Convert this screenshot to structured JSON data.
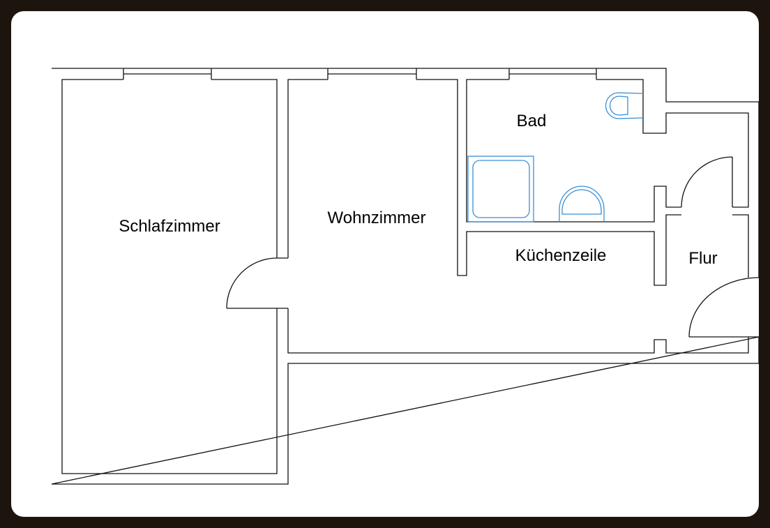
{
  "rooms": {
    "schlafzimmer": "Schlafzimmer",
    "wohnzimmer": "Wohnzimmer",
    "bad": "Bad",
    "kuechenzeile": "Küchenzeile",
    "flur": "Flur"
  },
  "colors": {
    "walls": "#111111",
    "fixtures": "#3a8fd6",
    "background": "#1d150d"
  }
}
